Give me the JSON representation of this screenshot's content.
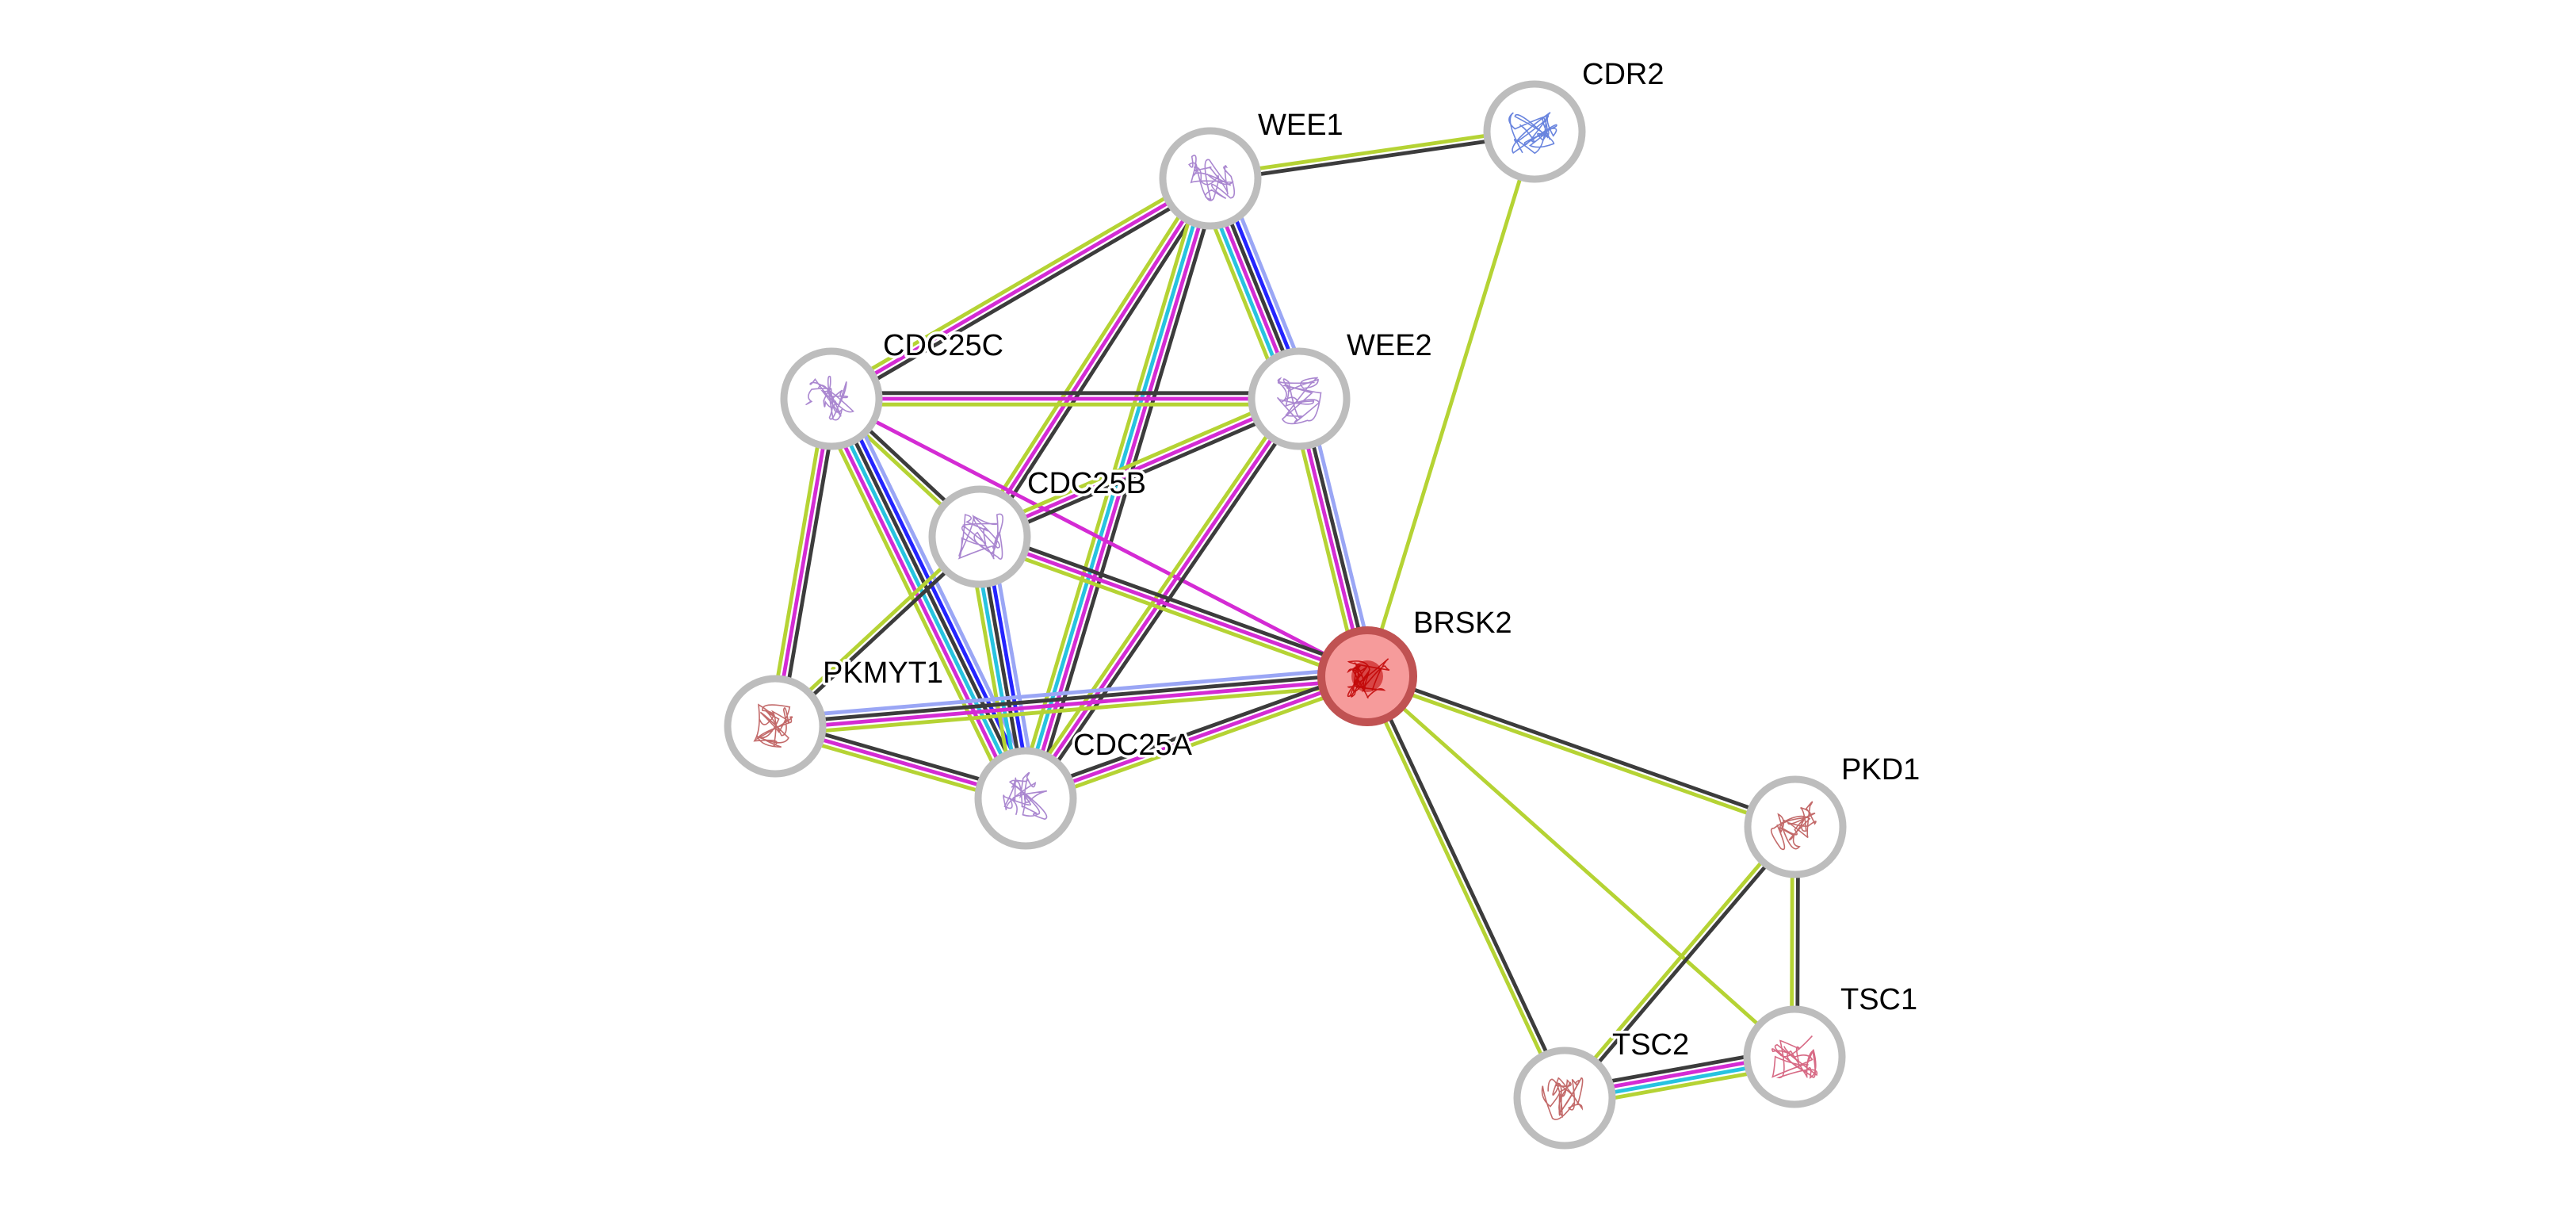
{
  "network": {
    "query_node": "BRSK2",
    "nodes": [
      {
        "id": "BRSK2",
        "label": "BRSK2",
        "query": true,
        "structure_color": "#c00000"
      },
      {
        "id": "WEE1",
        "label": "WEE1",
        "query": false,
        "structure_color": "#9b72c8"
      },
      {
        "id": "CDR2",
        "label": "CDR2",
        "query": false,
        "structure_color": "#4f6fd8"
      },
      {
        "id": "CDC25C",
        "label": "CDC25C",
        "query": false,
        "structure_color": "#9b72c8"
      },
      {
        "id": "WEE2",
        "label": "WEE2",
        "query": false,
        "structure_color": "#9b72c8"
      },
      {
        "id": "CDC25B",
        "label": "CDC25B",
        "query": false,
        "structure_color": "#9b72c8"
      },
      {
        "id": "PKMYT1",
        "label": "PKMYT1",
        "query": false,
        "structure_color": "#b85050"
      },
      {
        "id": "CDC25A",
        "label": "CDC25A",
        "query": false,
        "structure_color": "#9b72c8"
      },
      {
        "id": "PKD1",
        "label": "PKD1",
        "query": false,
        "structure_color": "#b85050"
      },
      {
        "id": "TSC1",
        "label": "TSC1",
        "query": false,
        "structure_color": "#d05070"
      },
      {
        "id": "TSC2",
        "label": "TSC2",
        "query": false,
        "structure_color": "#b85050"
      }
    ],
    "evidence_colors": {
      "coexpression": "#3c3c3c",
      "textmining": "#b5d334",
      "experiments": "#d42bd4",
      "databases": "#27c3e0",
      "neighborhood": "#2424ff",
      "cooccurrence": "#9aa6f5"
    },
    "edges": [
      {
        "source": "WEE1",
        "target": "CDR2",
        "evidence": [
          "textmining",
          "coexpression"
        ]
      },
      {
        "source": "CDR2",
        "target": "BRSK2",
        "evidence": [
          "textmining"
        ]
      },
      {
        "source": "WEE1",
        "target": "CDC25C",
        "evidence": [
          "coexpression",
          "experiments",
          "textmining"
        ]
      },
      {
        "source": "WEE1",
        "target": "WEE2",
        "evidence": [
          "cooccurrence",
          "neighborhood",
          "coexpression",
          "experiments",
          "databases",
          "textmining"
        ]
      },
      {
        "source": "WEE1",
        "target": "CDC25B",
        "evidence": [
          "coexpression",
          "experiments",
          "textmining"
        ]
      },
      {
        "source": "WEE1",
        "target": "CDC25A",
        "evidence": [
          "coexpression",
          "experiments",
          "databases",
          "textmining"
        ]
      },
      {
        "source": "CDC25C",
        "target": "WEE2",
        "evidence": [
          "coexpression",
          "experiments",
          "textmining"
        ]
      },
      {
        "source": "CDC25C",
        "target": "CDC25B",
        "evidence": [
          "coexpression",
          "textmining"
        ]
      },
      {
        "source": "CDC25C",
        "target": "BRSK2",
        "evidence": [
          "experiments"
        ]
      },
      {
        "source": "CDC25C",
        "target": "PKMYT1",
        "evidence": [
          "coexpression",
          "experiments",
          "textmining"
        ]
      },
      {
        "source": "CDC25C",
        "target": "CDC25A",
        "evidence": [
          "cooccurrence",
          "neighborhood",
          "coexpression",
          "databases",
          "experiments",
          "textmining"
        ]
      },
      {
        "source": "WEE2",
        "target": "CDC25B",
        "evidence": [
          "coexpression",
          "experiments",
          "textmining"
        ]
      },
      {
        "source": "WEE2",
        "target": "BRSK2",
        "evidence": [
          "cooccurrence",
          "coexpression",
          "experiments",
          "textmining"
        ]
      },
      {
        "source": "WEE2",
        "target": "CDC25A",
        "evidence": [
          "coexpression",
          "experiments",
          "textmining"
        ]
      },
      {
        "source": "CDC25B",
        "target": "BRSK2",
        "evidence": [
          "coexpression",
          "experiments",
          "textmining"
        ]
      },
      {
        "source": "CDC25B",
        "target": "PKMYT1",
        "evidence": [
          "coexpression",
          "textmining"
        ]
      },
      {
        "source": "CDC25B",
        "target": "CDC25A",
        "evidence": [
          "cooccurrence",
          "neighborhood",
          "coexpression",
          "databases",
          "textmining"
        ]
      },
      {
        "source": "PKMYT1",
        "target": "BRSK2",
        "evidence": [
          "cooccurrence",
          "coexpression",
          "experiments",
          "textmining"
        ]
      },
      {
        "source": "PKMYT1",
        "target": "CDC25A",
        "evidence": [
          "coexpression",
          "experiments",
          "textmining"
        ]
      },
      {
        "source": "CDC25A",
        "target": "BRSK2",
        "evidence": [
          "coexpression",
          "experiments",
          "textmining"
        ]
      },
      {
        "source": "BRSK2",
        "target": "PKD1",
        "evidence": [
          "coexpression",
          "textmining"
        ]
      },
      {
        "source": "BRSK2",
        "target": "TSC1",
        "evidence": [
          "textmining"
        ]
      },
      {
        "source": "BRSK2",
        "target": "TSC2",
        "evidence": [
          "coexpression",
          "textmining"
        ]
      },
      {
        "source": "PKD1",
        "target": "TSC1",
        "evidence": [
          "coexpression",
          "textmining"
        ]
      },
      {
        "source": "PKD1",
        "target": "TSC2",
        "evidence": [
          "coexpression",
          "textmining"
        ]
      },
      {
        "source": "TSC2",
        "target": "TSC1",
        "evidence": [
          "coexpression",
          "experiments",
          "databases",
          "textmining"
        ]
      }
    ]
  }
}
